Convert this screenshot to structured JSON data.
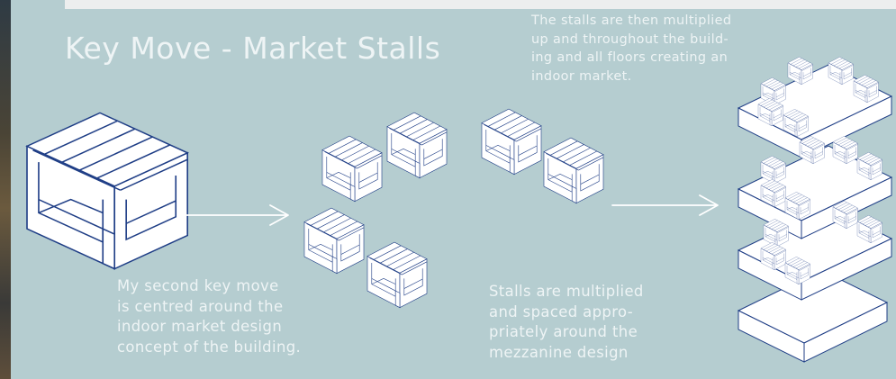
{
  "title": "Key Move - Market Stalls",
  "captions": {
    "top_right": [
      "The stalls are then multiplied",
      "up and throughout the build-",
      "ing and all floors creating an",
      "indoor market."
    ],
    "left": [
      "My second key move",
      "is centred around the",
      "indoor market design",
      "concept of the building."
    ],
    "middle": [
      "Stalls are multiplied",
      "and spaced appro-",
      "priately around the",
      "mezzanine design"
    ]
  },
  "colors": {
    "background": "#b5cdd0",
    "text": "#eef4f5",
    "line": "#1f3e86",
    "arrow": "#ffffff"
  }
}
